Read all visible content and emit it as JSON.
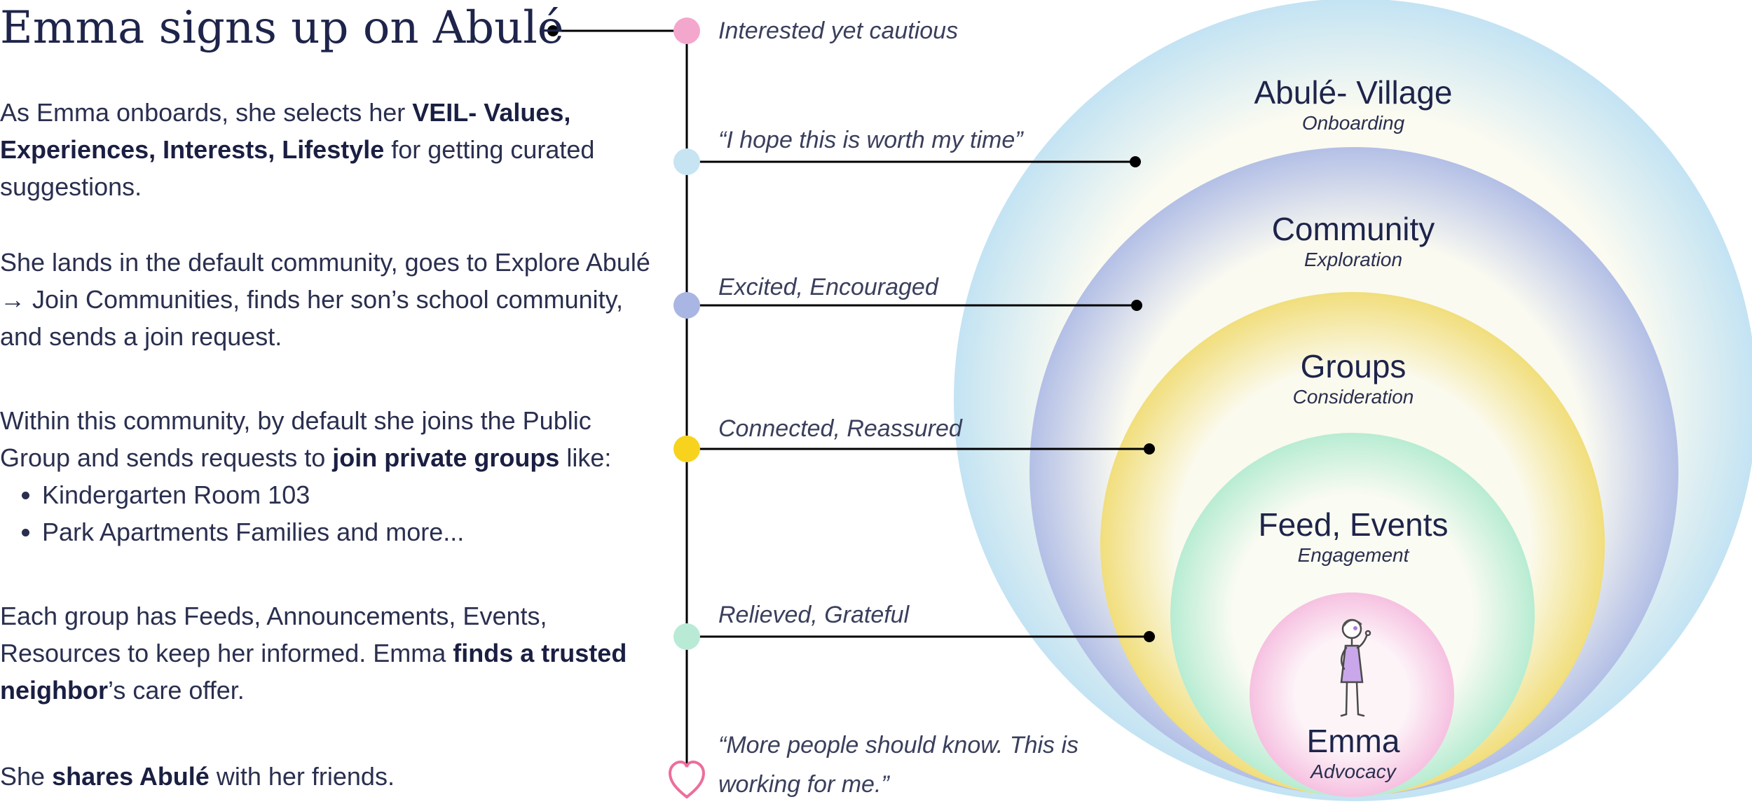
{
  "title": "Emma signs up on Abulé",
  "steps": [
    {
      "text_parts": [
        "As Emma onboards, she selects her ",
        "VEIL- Values, Experiences, Interests, Lifestyle",
        " for getting curated suggestions."
      ],
      "feeling": "Interested yet cautious",
      "color": "#f4a7cc"
    },
    {
      "text": "She lands in the default community, goes to Explore Abulé → Join Communities, finds her son’s school community, and sends a join request.",
      "feeling": "“I hope this is worth my time”",
      "color": "#c7e4f3"
    },
    {
      "text_parts": [
        "Within this community, by default she joins the Public Group and sends requests to ",
        "join private groups",
        " like:"
      ],
      "bullets": [
        "Kindergarten Room 103",
        "Park Apartments Families and more..."
      ],
      "feeling": "Excited, Encouraged",
      "color": "#a9b6e3"
    },
    {
      "text_parts": [
        "Each group has Feeds, Announcements, Events, Resources to keep her informed. Emma ",
        "finds a trusted neighbor",
        "’s care offer."
      ],
      "feeling": "Connected, Reassured",
      "color": "#f7d31e"
    },
    {
      "text_parts": [
        "She ",
        "shares Abulé",
        " with her friends."
      ],
      "feeling": "Relieved, Grateful",
      "color": "#b9ead6"
    },
    {
      "feeling": "“More people should know. This is working for me.”",
      "color": "#ec6e9c"
    }
  ],
  "rings": [
    {
      "name": "Abulé- Village",
      "phase": "Onboarding",
      "color": "#c6e6f4"
    },
    {
      "name": "Community",
      "phase": "Exploration",
      "color": "#b4bfe8"
    },
    {
      "name": "Groups",
      "phase": "Consideration",
      "color": "#f3e08a"
    },
    {
      "name": "Feed, Events",
      "phase": "Engagement",
      "color": "#bdeed6"
    },
    {
      "name": "Emma",
      "phase": "Advocacy",
      "color": "#f7c4e3"
    }
  ]
}
